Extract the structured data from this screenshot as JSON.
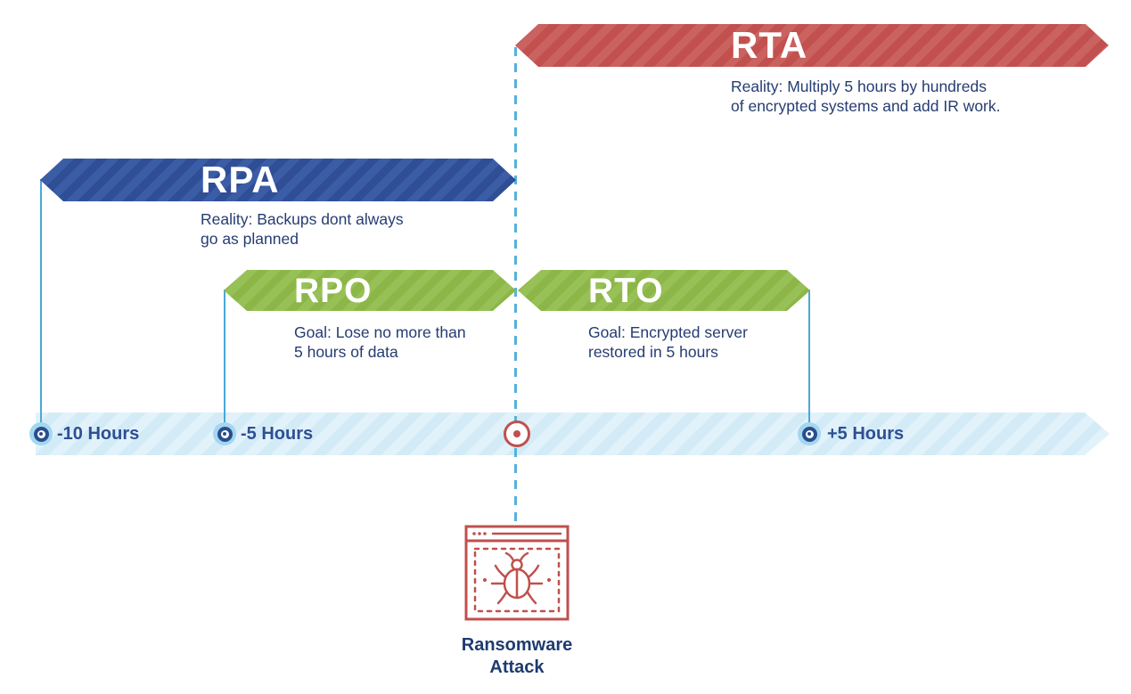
{
  "banners": {
    "rta": {
      "label": "RTA",
      "desc": "Reality: Multiply 5 hours by hundreds\nof encrypted systems and add IR work.",
      "color": "#c1504e"
    },
    "rpa": {
      "label": "RPA",
      "desc": "Reality: Backups dont always\ngo as planned",
      "color": "#2f4e96"
    },
    "rpo": {
      "label": "RPO",
      "desc": "Goal: Lose no more than\n5 hours of data",
      "color": "#8cb748"
    },
    "rto": {
      "label": "RTO",
      "desc": "Goal: Encrypted server\nrestored in 5 hours",
      "color": "#8cb748"
    }
  },
  "timeline": {
    "markers": [
      {
        "label": "-10 Hours"
      },
      {
        "label": "-5 Hours"
      },
      {
        "label": "+5 Hours"
      }
    ],
    "bar_color": "#d3ebf7",
    "marker_color": "#2a4d8e",
    "marker_halo_color": "#a3d7f0",
    "line_color": "#4aa8d8"
  },
  "event": {
    "label": "Ransomware\nAttack",
    "icon": "bug-in-browser-window-icon",
    "icon_color": "#c0504d",
    "marker_color": "#c0504d"
  },
  "colors": {
    "text_navy": "#253c72",
    "timeline_label_navy": "#2e4f92",
    "dashed_line_blue": "#55b2dc"
  }
}
